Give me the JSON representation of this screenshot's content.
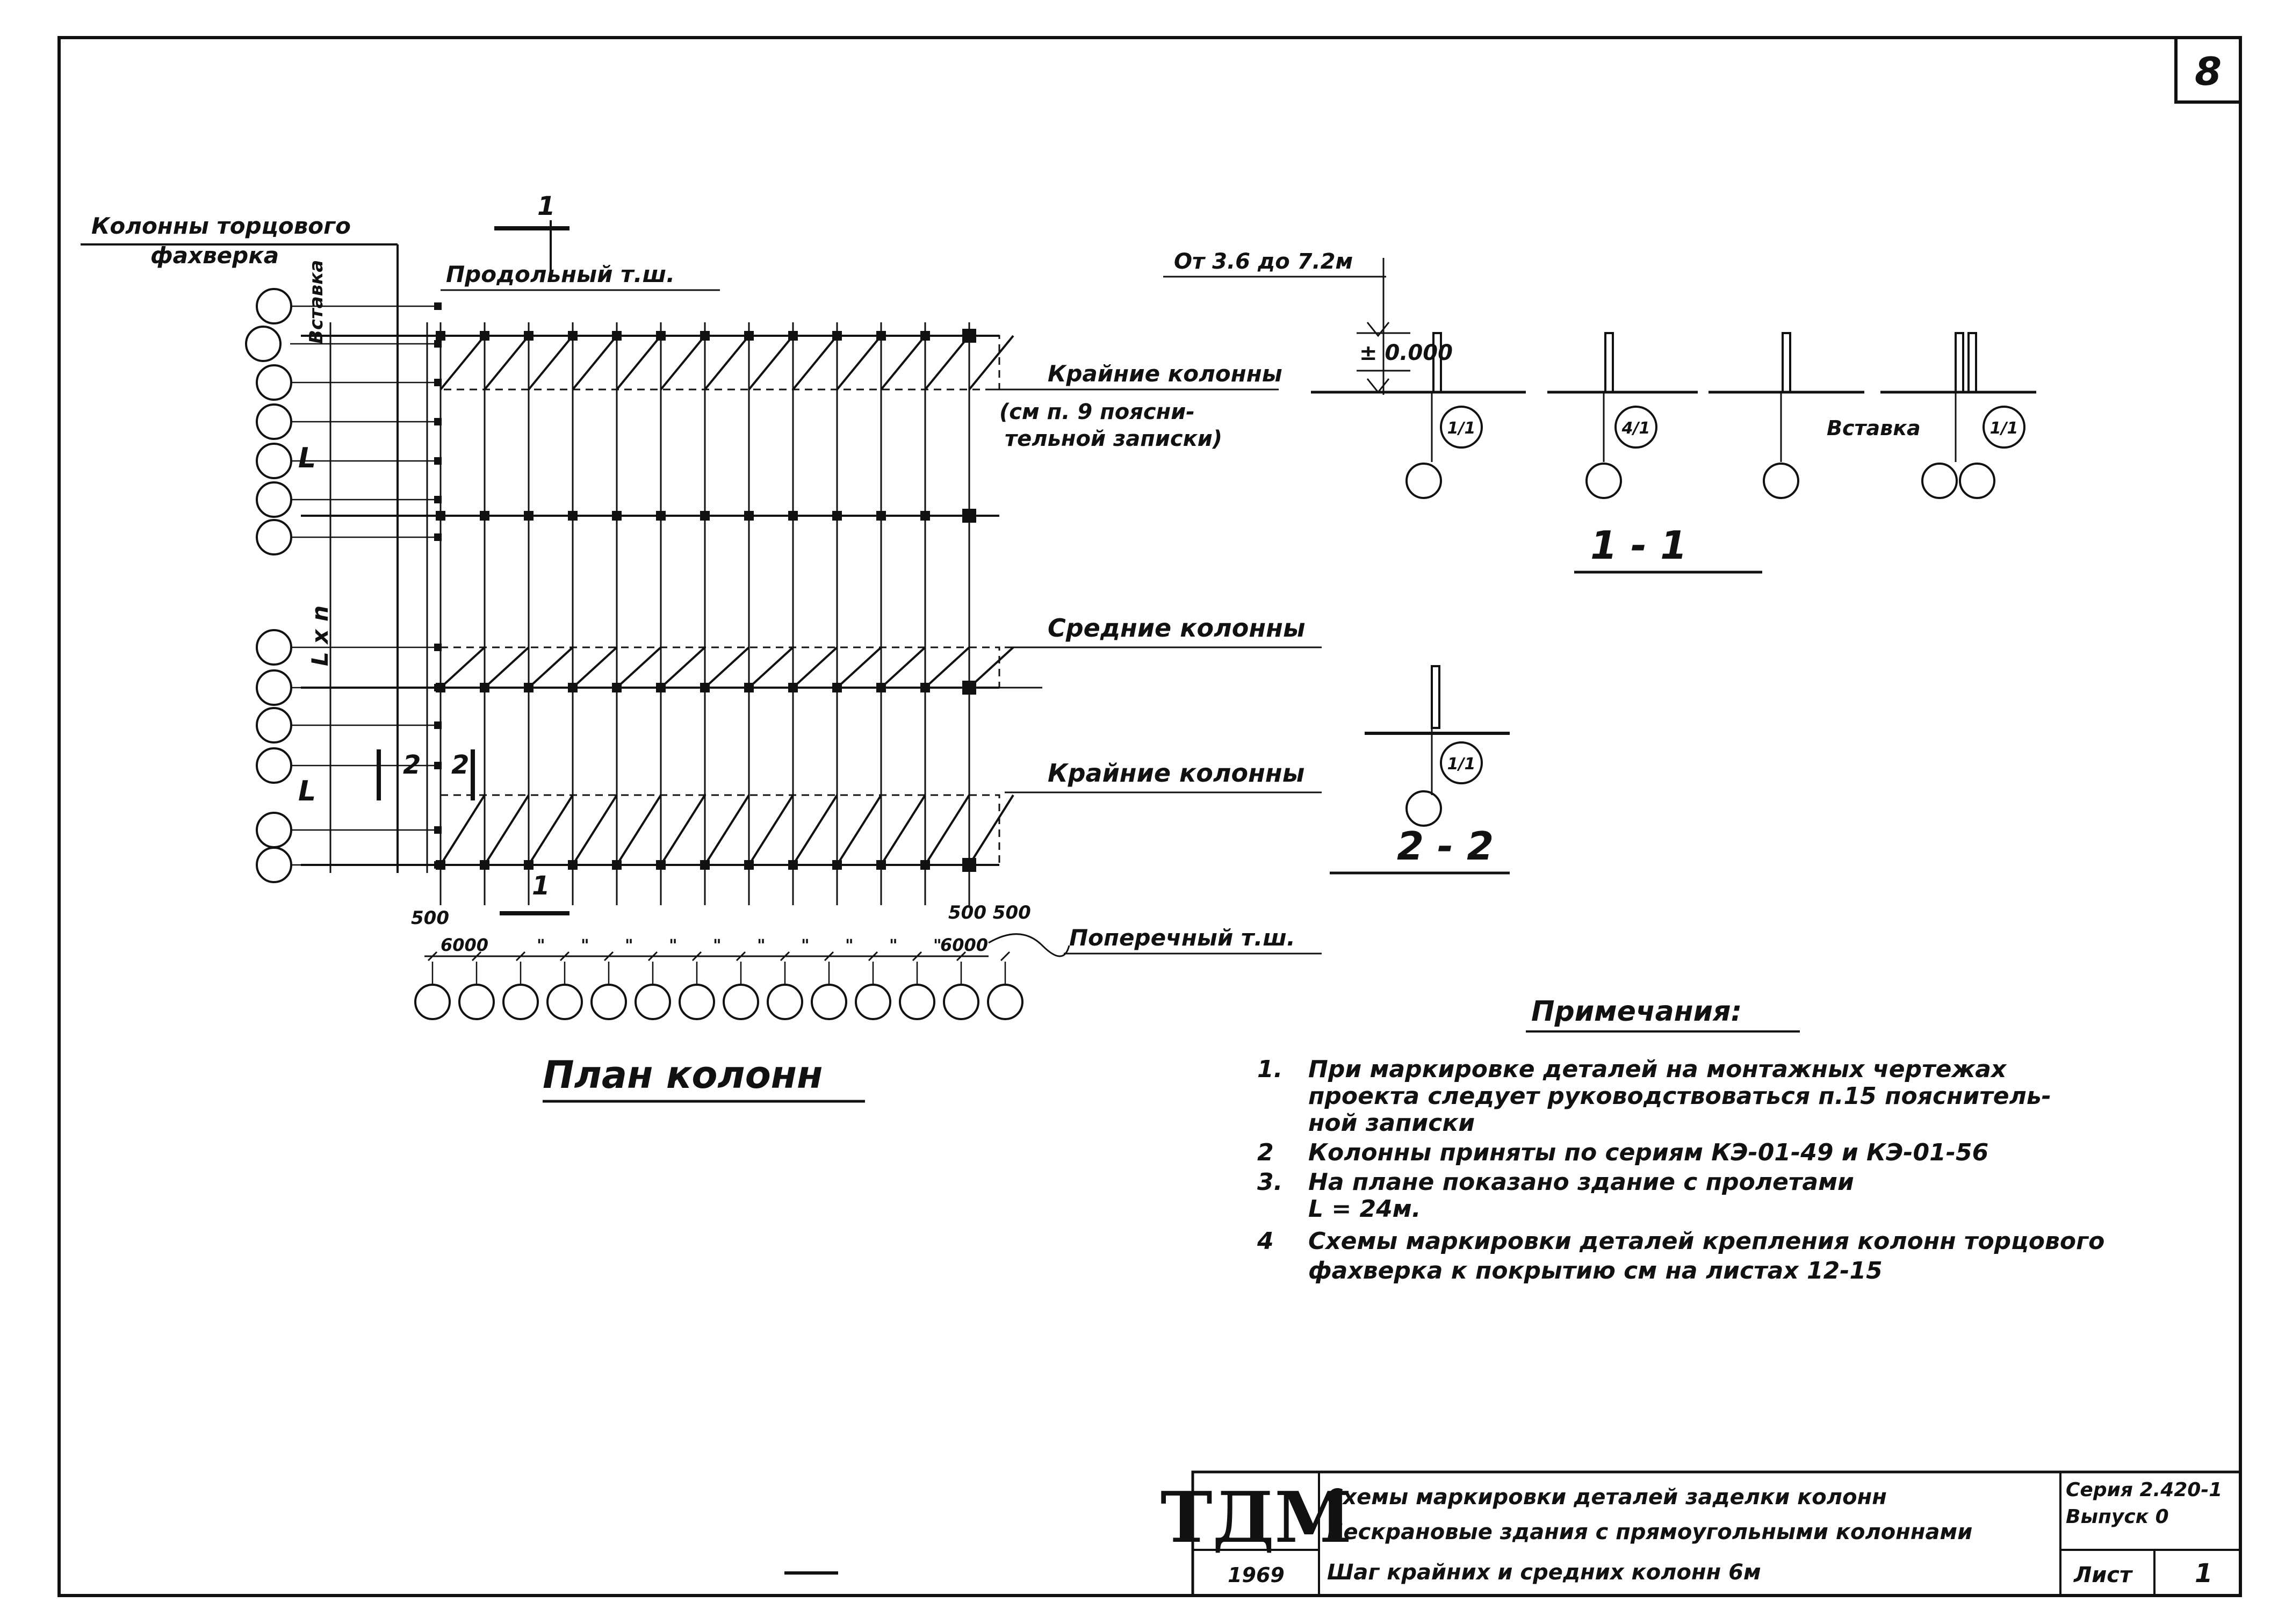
{
  "sheet_no": "8",
  "plan": {
    "end_wall_columns_label_1": "Колонны торцового",
    "end_wall_columns_label_2": "фахверка",
    "insert_label": "Вставка",
    "longitudinal_joint": "Продольный т.ш.",
    "outer_columns_1": "Крайние колонны",
    "outer_columns_note_1": "(см п. 9 поясни-",
    "outer_columns_note_2": "тельной записки)",
    "middle_columns": "Средние колонны",
    "outer_columns_2": "Крайние колонны",
    "transverse_joint": "Поперечный т.ш.",
    "dim_500_left": "500",
    "dim_500_500": "500 500",
    "dim_6000_left": "6000",
    "dim_6000_right": "6000",
    "ditto_mark": "\"",
    "span_L": "L",
    "span_Lxn": "L x n",
    "section_mark_1": "1",
    "section_mark_2": "2",
    "title": "План колонн"
  },
  "section11": {
    "height_range": "От 3.6 до 7.2м",
    "level": "± 0.000",
    "marks": [
      "1/1",
      "4/1",
      "1/1"
    ],
    "insert_label": "Вставка",
    "title": "1 - 1"
  },
  "section22": {
    "mark": "1/1",
    "title": "2 - 2"
  },
  "notes": {
    "heading": "Примечания:",
    "items": [
      {
        "num": "1.",
        "lines": [
          "При маркировке деталей на монтажных чертежах",
          "проекта следует руководствоваться п.15 пояснитель-",
          "ной записки"
        ]
      },
      {
        "num": "2",
        "lines": [
          "Колонны приняты по сериям КЭ-01-49 и КЭ-01-56"
        ]
      },
      {
        "num": "3.",
        "lines": [
          "На плане показано здание с пролетами",
          "L = 24м."
        ]
      },
      {
        "num": "4",
        "lines": [
          "Схемы маркировки деталей крепления колонн торцового",
          "фахверка к покрытию см на листах 12-15"
        ]
      }
    ]
  },
  "title_block": {
    "org": "ТДМ",
    "year": "1969",
    "desc_lines": [
      "Схемы маркировки деталей заделки колонн",
      "Бескрановые здания с прямоугольными колоннами",
      "Шаг крайних и средних колонн 6м"
    ],
    "series": "Серия 2.420-1",
    "issue": "Выпуск 0",
    "sheet_label": "Лист",
    "sheet_value": "1"
  }
}
